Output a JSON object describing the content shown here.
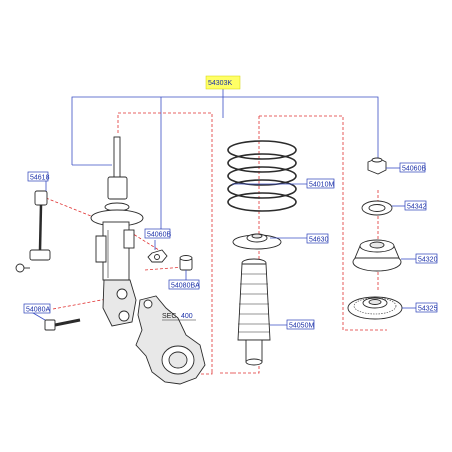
{
  "assembly_ref": "54303K",
  "section": {
    "label": "SEC.",
    "number": "400"
  },
  "callouts": {
    "c54618": "54618",
    "c54080A": "54080A",
    "c54060B_left": "54060B",
    "c54080BA": "54080BA",
    "c54010M": "54010M",
    "c54630": "54630",
    "c54050M": "54050M",
    "c54060B_right": "54060B",
    "c54342": "54342",
    "c54320": "54320",
    "c54325": "54325"
  },
  "colors": {
    "callout_text": "#1a2fa8",
    "leader_line": "#3a4fc4",
    "group_dashes": "#e03030",
    "highlight": "#ffff66"
  }
}
